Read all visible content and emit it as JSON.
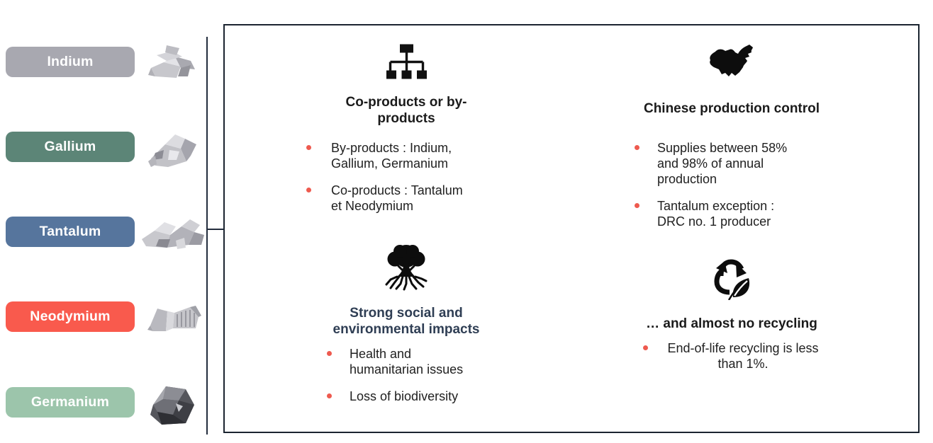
{
  "metals": [
    {
      "name": "Indium",
      "color": "#a8a8b0"
    },
    {
      "name": "Gallium",
      "color": "#5c8577"
    },
    {
      "name": "Tantalum",
      "color": "#56759d"
    },
    {
      "name": "Neodymium",
      "color": "#f95a4d"
    },
    {
      "name": "Germanium",
      "color": "#9cc5ab"
    }
  ],
  "panel": {
    "quadrants": [
      {
        "icon": "org-chart-icon",
        "title": "Co-products or by-products",
        "bullets": [
          "By-products : Indium, Gallium, Germanium",
          "Co-products : Tantalum et Neodymium"
        ]
      },
      {
        "icon": "china-map-icon",
        "title": "Chinese production control",
        "bullets": [
          "Supplies between 58% and 98% of annual production",
          "Tantalum exception : DRC no. 1 producer"
        ]
      },
      {
        "icon": "tree-icon",
        "title": "Strong social and environmental impacts",
        "bullets": [
          "Health and humanitarian issues",
          "Loss of biodiversity"
        ]
      },
      {
        "icon": "recycling-leaf-icon",
        "title": "… and almost no recycling",
        "bullets": [
          "End-of-life recycling is less than 1%."
        ]
      }
    ]
  },
  "colors": {
    "bullet_dot": "#ee5a4f",
    "panel_border": "#1b2430",
    "title_default": "#1b1b1b",
    "title_impacts": "#2f3e54"
  }
}
